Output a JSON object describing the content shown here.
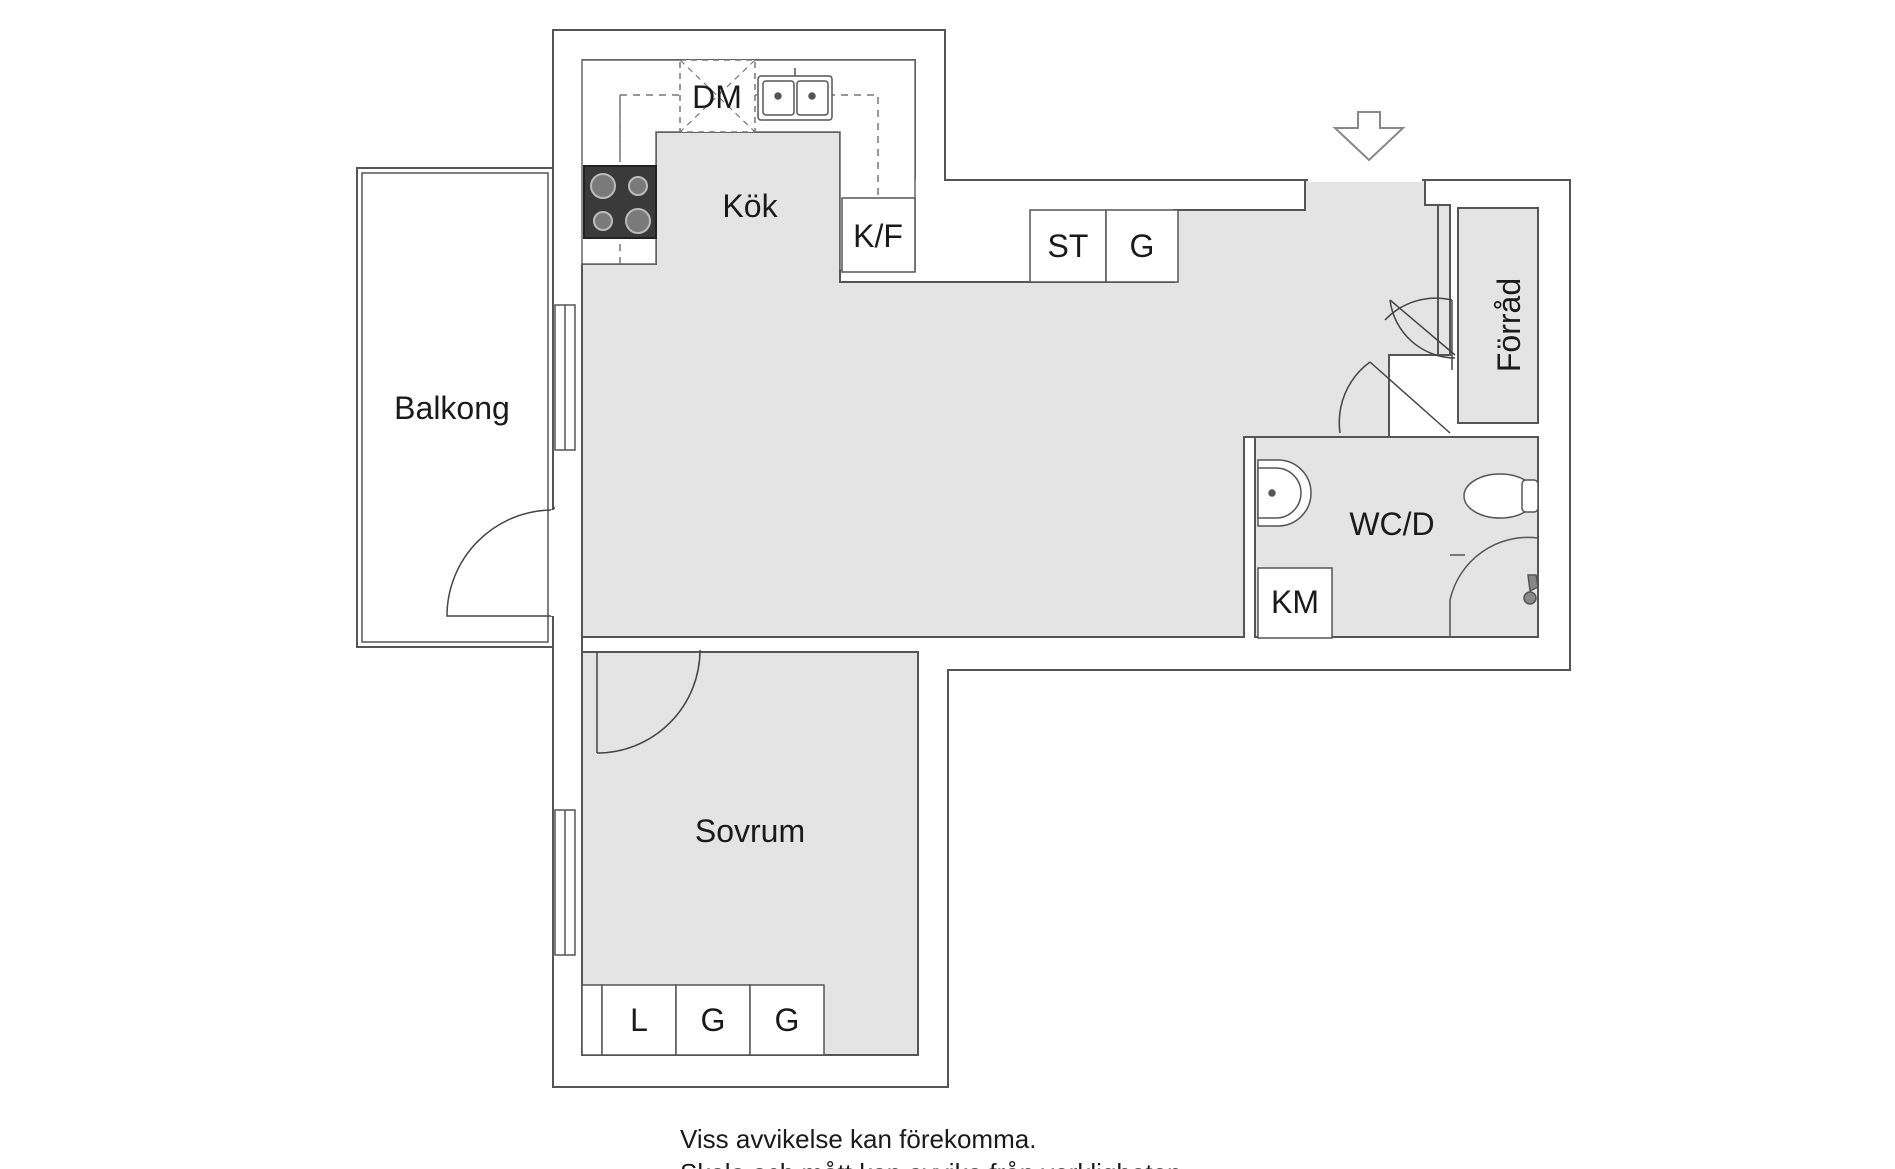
{
  "rooms": {
    "balkong": "Balkong",
    "kok": "Kök",
    "sovrum": "Sovrum",
    "wc_d": "WC/D",
    "forrad": "Förråd"
  },
  "appliances": {
    "dm": "DM",
    "kf": "K/F",
    "st": "ST",
    "hall_g": "G",
    "km": "KM",
    "l": "L",
    "g1": "G",
    "g2": "G"
  },
  "notes": [
    "Viss avvikelse kan förekomma.",
    "Skala och mått kan avvika från verkligheten."
  ],
  "icons": {
    "entrance": "entrance-arrow-icon",
    "stove": "stove-icon",
    "sink": "kitchen-sink-icon",
    "washbasin": "washbasin-icon",
    "toilet": "toilet-icon",
    "shower": "shower-icon"
  },
  "colors": {
    "floor": "#e4e4e4",
    "wall": "#444444",
    "stove": "#3a3a3a"
  }
}
